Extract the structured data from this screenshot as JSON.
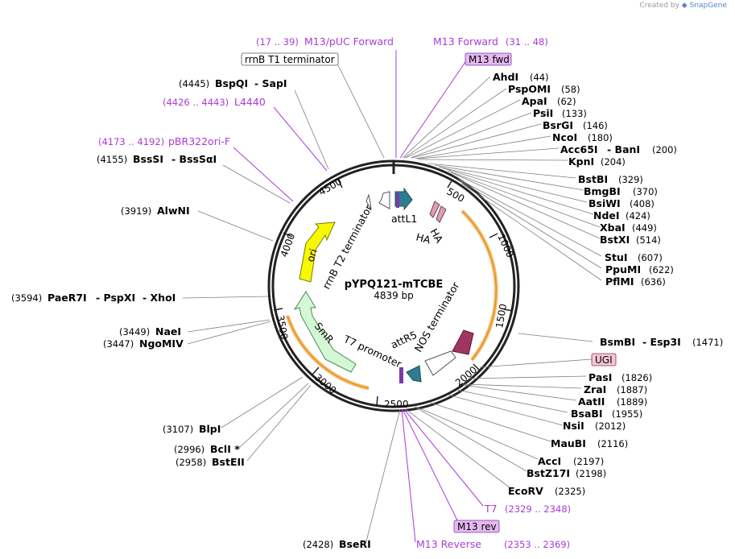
{
  "watermark": {
    "prefix": "Created by",
    "brand": "SnapGene"
  },
  "plasmid": {
    "name": "pYPQ121-mTCBE",
    "length": "4839 bp"
  },
  "ticks": [
    "500",
    "1000",
    "1500",
    "2000",
    "2500",
    "3000",
    "3500",
    "4000",
    "4500"
  ],
  "features": {
    "attL1": "attL1",
    "ha1": "HA",
    "ha2": "HA",
    "nos": "NOS terminator",
    "attR5": "attR5",
    "t7promoter": "T7 promoter",
    "smr": "SmR",
    "ori": "ori",
    "rrnbt2": "rrnB T2 terminator"
  },
  "labels": {
    "m13puc_range": "(17 .. 39)",
    "m13puc_name": "M13/pUC Forward",
    "m13fwd_name": "M13 Forward",
    "m13fwd_range": "(31 .. 48)",
    "rrnbt1": "rrnB T1 terminator",
    "m13fwd_box": "M13 fwd",
    "bspqi_pos": "(4445)",
    "bspqi_name": "BspQI",
    "sapi_name": "- SapI",
    "l4440_range": "(4426 .. 4443)",
    "l4440_name": "L4440",
    "pbr_range": "(4173 .. 4192)",
    "pbr_name": "pBR322ori-F",
    "bsssi_pos": "(4155)",
    "bsssi_name": "BssSI",
    "bsssai_name": "- BssSαI",
    "alwni_pos": "(3919)",
    "alwni_name": "AlwNI",
    "paer7i_pos": "(3594)",
    "paer7i_name": "PaeR7I",
    "pspxi_name": "- PspXI",
    "xhoi_name": "- XhoI",
    "naei_pos": "(3449)",
    "naei_name": "NaeI",
    "ngomiv_pos": "(3447)",
    "ngomiv_name": "NgoMIV",
    "blpi_pos": "(3107)",
    "blpi_name": "BlpI",
    "bcli_pos": "(2996)",
    "bcli_name": "BclI *",
    "bsteii_pos": "(2958)",
    "bsteii_name": "BstEII",
    "seri_pos": "(2428)",
    "seri_name": "BseRI",
    "m13rev_name": "M13 Reverse",
    "m13rev_range": "(2353 .. 2369)",
    "m13rev_box": "M13 rev",
    "t7_name": "T7",
    "t7_range": "(2329 .. 2348)",
    "ecorv_name": "EcoRV",
    "ecorv_pos": "(2325)",
    "bstz17i_name": "BstZ17I",
    "bstz17i_pos": "(2198)",
    "acci_name": "AccI",
    "acci_pos": "(2197)",
    "maubi_name": "MauBI",
    "maubi_pos": "(2116)",
    "nsii_name": "NsiI",
    "nsii_pos": "(2012)",
    "bsabi_name": "BsaBI",
    "bsabi_pos": "(1955)",
    "aatii_name": "AatII",
    "aatii_pos": "(1889)",
    "zrai_name": "ZraI",
    "zrai_pos": "(1887)",
    "pasi_name": "PasI",
    "pasi_pos": "(1826)",
    "ugi_box": "UGI",
    "bsmbi_name": "BsmBI",
    "esp3i_name": "- Esp3I",
    "bsmbi_pos": "(1471)",
    "pflmi_name": "PflMI",
    "pflmi_pos": "(636)",
    "ppumi_name": "PpuMI",
    "ppumi_pos": "(622)",
    "stui_name": "StuI",
    "stui_pos": "(607)",
    "bstxi_name": "BstXI",
    "bstxi_pos": "(514)",
    "xbai_name": "XbaI",
    "xbai_pos": "(449)",
    "ndei_name": "NdeI",
    "ndei_pos": "(424)",
    "bsiwi_name": "BsiWI",
    "bsiwi_pos": "(408)",
    "bmgbi_name": "BmgBI",
    "bmgbi_pos": "(370)",
    "bstbi_name": "BstBI",
    "bstbi_pos": "(329)",
    "kpni_name": "KpnI",
    "kpni_pos": "(204)",
    "acc65i_name": "Acc65I",
    "bani_name": "- BanI",
    "acc65i_pos": "(200)",
    "ncoi_name": "NcoI",
    "ncoi_pos": "(180)",
    "bsrgi_name": "BsrGI",
    "bsrgi_pos": "(146)",
    "psii_name": "PsiI",
    "psii_pos": "(133)",
    "apai_name": "ApaI",
    "apai_pos": "(62)",
    "pspomi_name": "PspOMI",
    "pspomi_pos": "(58)",
    "ahdi_name": "AhdI",
    "ahdi_pos": "(44)"
  }
}
